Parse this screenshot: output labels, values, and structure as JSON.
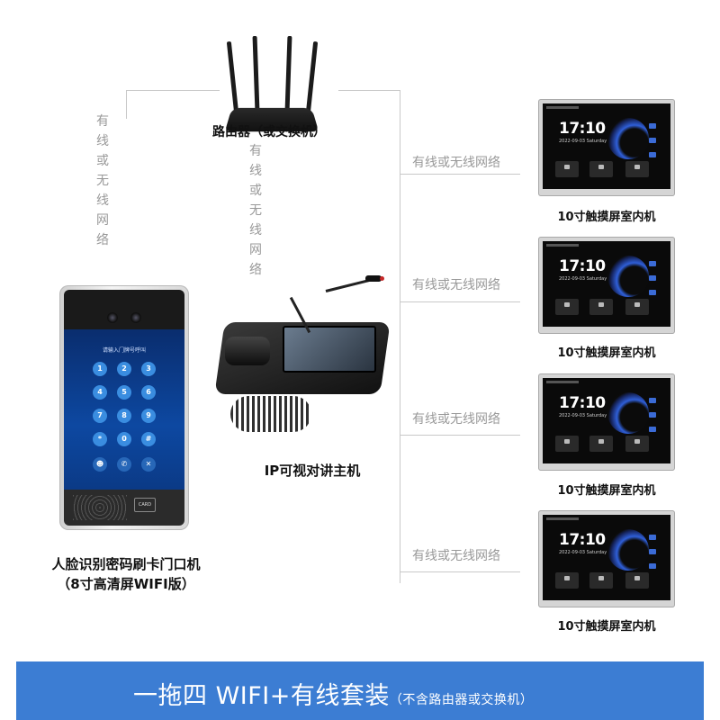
{
  "router": {
    "label": "路由器（或交换机）"
  },
  "door_station": {
    "screen_title": "请输入门牌号呼叫",
    "keys": [
      "1",
      "2",
      "3",
      "4",
      "5",
      "6",
      "7",
      "8",
      "9",
      "*",
      "0",
      "#"
    ],
    "card_text": "CARD",
    "label_line1": "人脸识别密码刷卡门口机",
    "label_line2": "（8寸高清屏WIFI版）"
  },
  "master_station": {
    "label": "IP可视对讲主机"
  },
  "connections": {
    "left_vertical": [
      "有",
      "线",
      "或",
      "无",
      "线",
      "网",
      "络"
    ],
    "center_vertical": [
      "有",
      "线",
      "或",
      "无",
      "线",
      "网",
      "络"
    ],
    "monitor_link": "有线或无线网络"
  },
  "monitors": [
    {
      "time": "17:10",
      "date": "2022-09-03  Saturday",
      "label": "10寸触摸屏室内机"
    },
    {
      "time": "17:10",
      "date": "2022-09-03  Saturday",
      "label": "10寸触摸屏室内机"
    },
    {
      "time": "17:10",
      "date": "2022-09-03  Saturday",
      "label": "10寸触摸屏室内机"
    },
    {
      "time": "17:10",
      "date": "2022-09-03  Saturday",
      "label": "10寸触摸屏室内机"
    }
  ],
  "banner": {
    "main": "一拖四 WIFI+有线套装",
    "note": "（不含路由器或交换机）"
  },
  "colors": {
    "banner": "#3c7dd3",
    "line": "#c8c8c8",
    "net_text": "#999999"
  }
}
